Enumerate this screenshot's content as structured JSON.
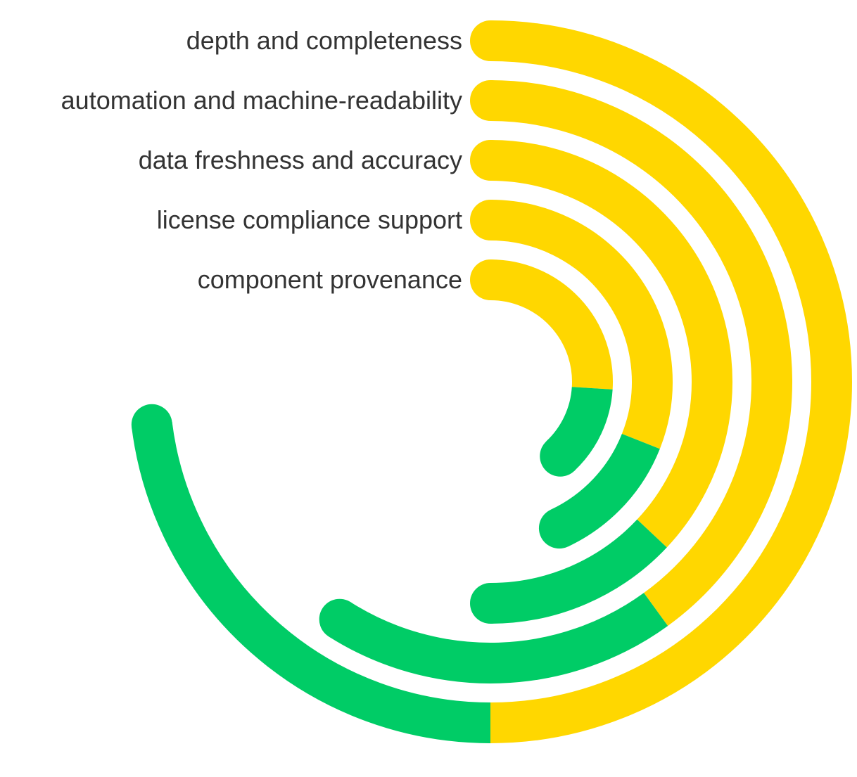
{
  "chart_data": {
    "type": "radial-bar",
    "title": "",
    "categories": [
      "depth and completeness",
      "automation and machine-readability",
      "data freshness and accuracy",
      "license compliance support",
      "component provenance"
    ],
    "series": [
      {
        "name": "",
        "color": "#FFD700",
        "values": [
          50,
          40,
          37,
          31,
          26
        ]
      },
      {
        "name": "",
        "color": "#00CC66",
        "values": [
          23,
          19,
          13,
          12,
          12
        ]
      }
    ],
    "stacked": true,
    "scale_max": 100,
    "start_angle_deg": 0,
    "direction": "clockwise",
    "rounded_ends": true
  }
}
